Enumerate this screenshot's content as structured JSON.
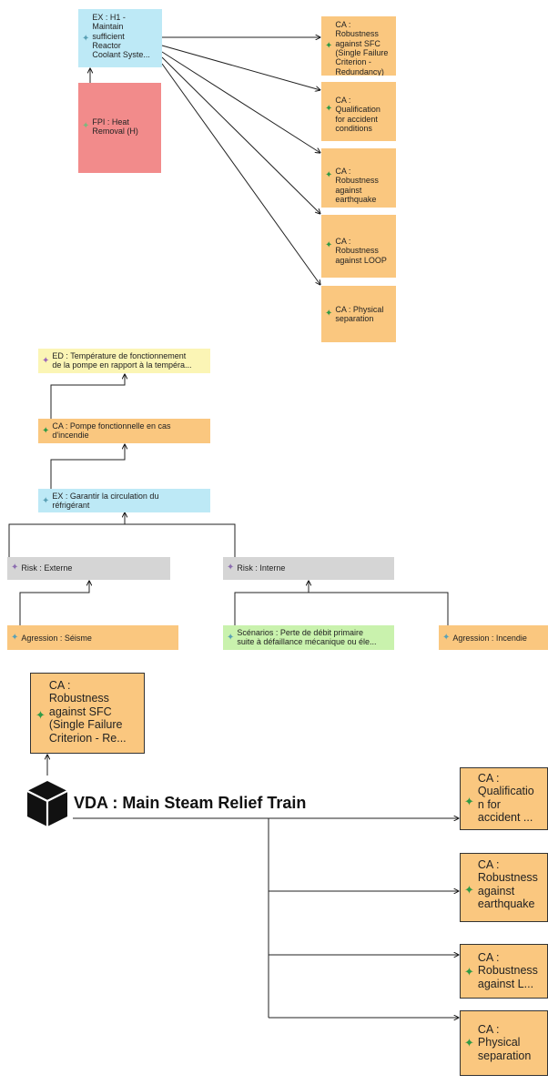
{
  "diagram1": {
    "ex_h1": "EX : H1 -\nMaintain\nsufficient\nReactor\nCoolant Syste...",
    "fpi": "FPI  : Heat\nRemoval (H)",
    "ca_sfc": "CA : Robustness\nagainst SFC\n(Single Failure\nCriterion -\nRedundancy)",
    "ca_qual": "CA : Qualification\nfor accident\nconditions",
    "ca_eq": "CA : Robustness\nagainst earthquake",
    "ca_loop": "CA : Robustness\nagainst LOOP",
    "ca_phys": "CA : Physical\nseparation"
  },
  "diagram2": {
    "ed": "ED : Température de fonctionnement\nde la pompe en rapport à la tempéra...",
    "ca_pompe": "CA : Pompe fonctionnelle en cas\nd'incendie",
    "ex_circ": "EX : Garantir la circulation du\nréfrigérant",
    "risk_ext": "Risk : Externe",
    "risk_int": "Risk : Interne",
    "agr_seisme": "Agression : Séisme",
    "scenario": "Scénarios : Perte de débit primaire\nsuite à défaillance mécanique ou éle...",
    "agr_incendie": "Agression : Incendie"
  },
  "diagram3": {
    "vda": "VDA : Main Steam Relief Train",
    "ca_sfc": "CA :\nRobustness\nagainst SFC\n(Single Failure\nCriterion - Re...",
    "ca_qual": "CA :\nQualificatio\nn for\naccident ...",
    "ca_eq": "CA :\nRobustness\n against\nearthquake",
    "ca_loop": "CA :\nRobustness\n against L...",
    "ca_phys": "CA :\nPhysical\nseparation"
  },
  "icons": {
    "element": "four-point-star-icon",
    "vda": "cube-icon"
  },
  "colors": {
    "ca": "#fac77f",
    "ex": "#bde9f6",
    "fpi": "#f28b8b",
    "ed": "#fbf5b5",
    "risk": "#d5d5d5",
    "scenario": "#c9f2ad"
  }
}
